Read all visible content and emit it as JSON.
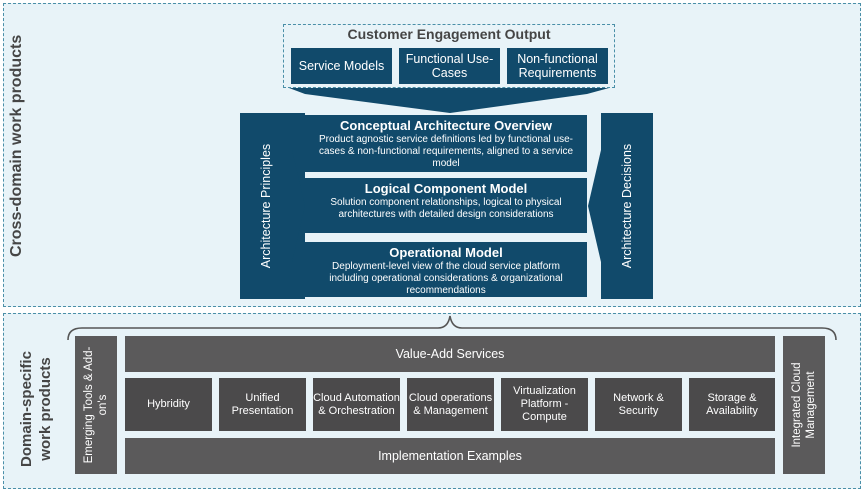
{
  "regions": {
    "cross_domain_label": "Cross-domain work products",
    "domain_specific_label": "Domain-specific work products"
  },
  "customer_engagement": {
    "title": "Customer Engagement Output",
    "items": [
      "Service Models",
      "Functional Use-Cases",
      "Non-functional Requirements"
    ]
  },
  "layers": [
    {
      "title": "Conceptual Architecture Overview",
      "desc": "Product agnostic service definitions led by functional use-cases & non-functional requirements, aligned to a service model"
    },
    {
      "title": "Logical Component Model",
      "desc": "Solution component relationships, logical to physical architectures with detailed design considerations"
    },
    {
      "title": "Operational Model",
      "desc": "Deployment-level view of the cloud service platform including operational considerations & organizational recommendations"
    }
  ],
  "side_panels": {
    "left": "Architecture Principles",
    "right": "Architecture Decisions"
  },
  "domain": {
    "left_bar": "Emerging Tools & Add-on's",
    "right_bar": "Integrated Cloud Management",
    "top_bar": "Value-Add Services",
    "bottom_bar": "Implementation Examples",
    "boxes": [
      "Hybridity",
      "Unified Presentation",
      "Cloud Automation & Orchestration",
      "Cloud operations & Management",
      "Virtualization Platform - Compute",
      "Network & Security",
      "Storage & Availability"
    ]
  },
  "colors": {
    "navy": "#114a6b",
    "region_fill": "#e8f3f8",
    "gray": "#5b5a5b"
  }
}
